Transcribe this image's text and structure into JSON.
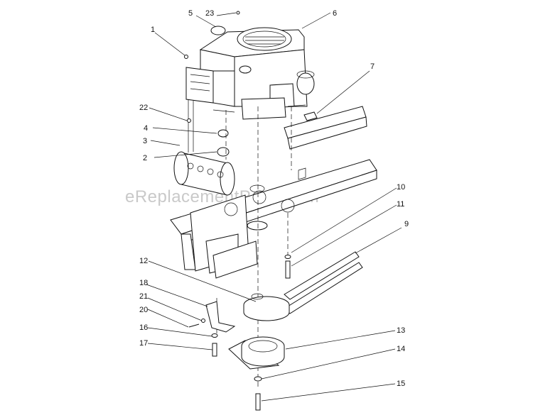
{
  "watermark": "eReplacementParts.com",
  "callouts": [
    "1",
    "2",
    "3",
    "4",
    "5",
    "6",
    "7",
    "9",
    "10",
    "11",
    "12",
    "13",
    "14",
    "15",
    "16",
    "17",
    "18",
    "20",
    "21",
    "22",
    "23"
  ],
  "colors": {
    "ink": "#111111",
    "watermark": "#c9c9c9",
    "background": "#ffffff"
  }
}
